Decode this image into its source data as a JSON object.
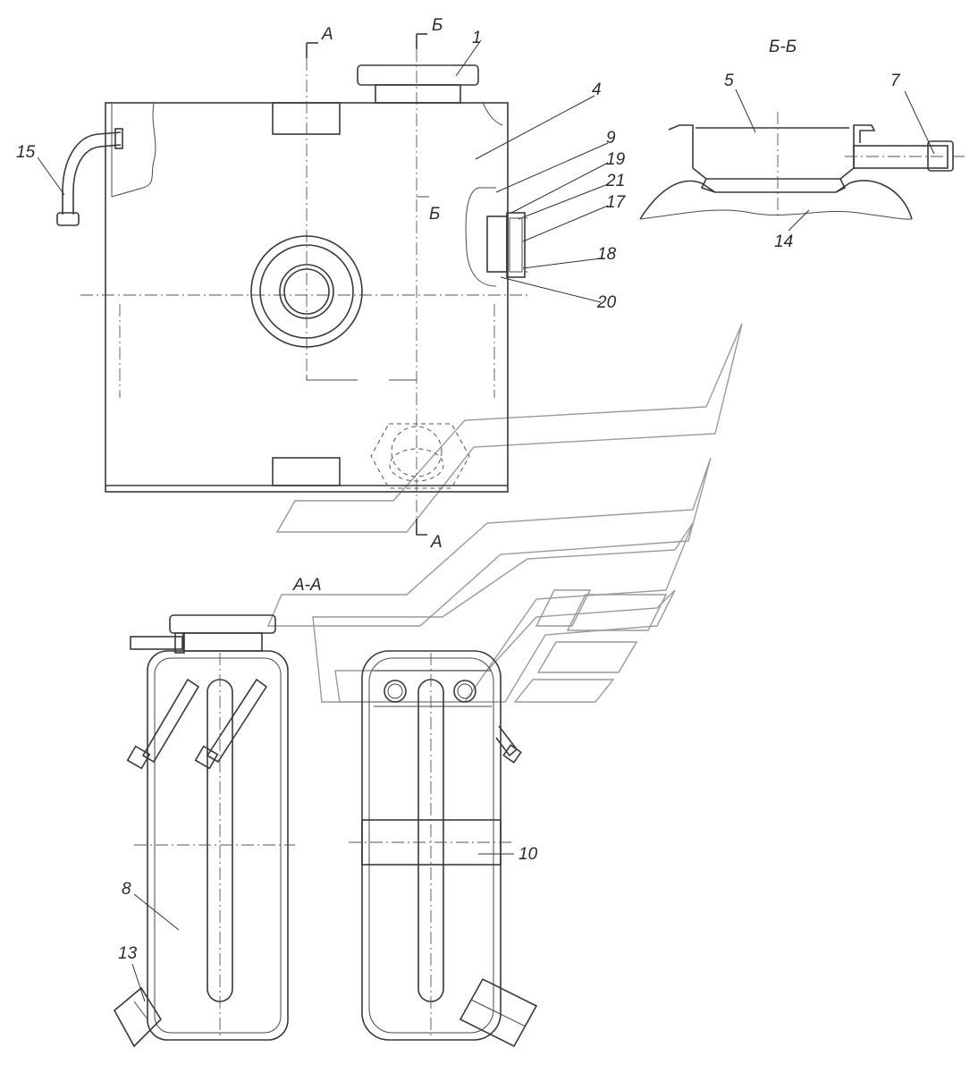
{
  "views": {
    "top_markers": [
      "А",
      "Б"
    ],
    "section_bb_title": "Б-Б",
    "section_aa_title": "А-А",
    "cut_marker_b_lower": "Б",
    "cut_marker_a_lower": "А"
  },
  "part_labels": {
    "p1": "1",
    "p4": "4",
    "p9": "9",
    "p19": "19",
    "p21": "21",
    "p17": "17",
    "p18": "18",
    "p20": "20",
    "p15": "15",
    "p5": "5",
    "p7": "7",
    "p14": "14",
    "p8": "8",
    "p10": "10",
    "p13": "13"
  }
}
